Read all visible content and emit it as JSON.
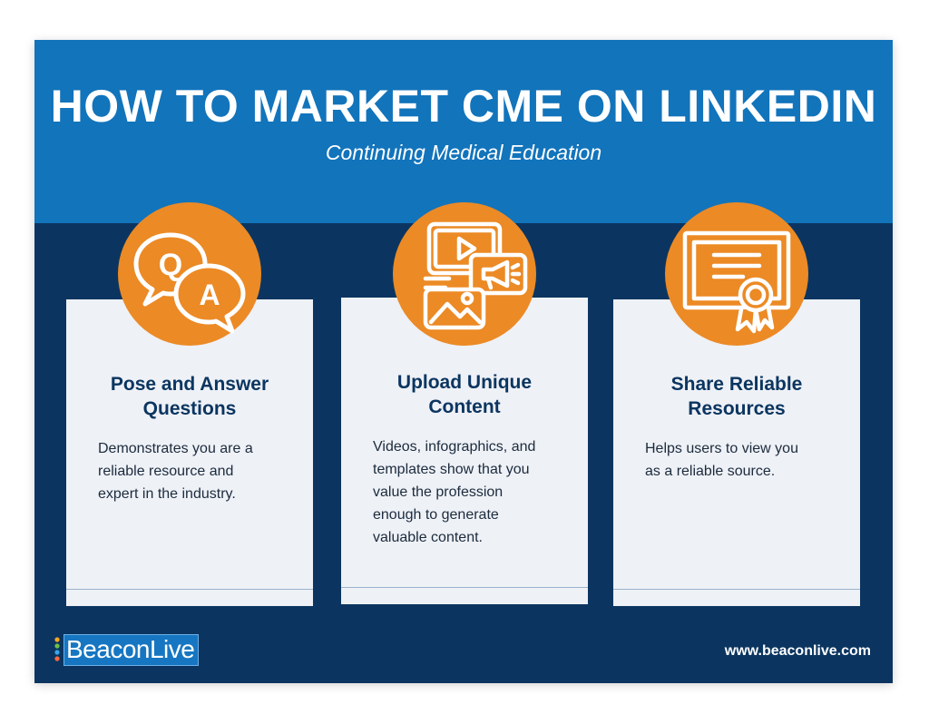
{
  "header": {
    "title": "HOW TO MARKET CME ON LINKEDIN",
    "subtitle": "Continuing Medical Education"
  },
  "cards": [
    {
      "icon": "qa-speech-bubbles-icon",
      "title_line1": "Pose and Answer",
      "title_line2": "Questions",
      "desc_lines": [
        "Demonstrates you are a",
        "reliable resource and",
        "expert in the industry."
      ],
      "icon_text_q": "Q",
      "icon_text_a": "A"
    },
    {
      "icon": "media-content-icon",
      "title_line1": "Upload Unique",
      "title_line2": "Content",
      "desc_lines": [
        "Videos, infographics, and",
        "templates show that you",
        "value the profession",
        "enough to generate",
        "valuable content."
      ]
    },
    {
      "icon": "certificate-icon",
      "title_line1": "Share Reliable",
      "title_line2": "Resources",
      "desc_lines": [
        "Helps users to view you",
        "as a reliable source."
      ]
    }
  ],
  "footer": {
    "logo_text": "BeaconLive",
    "website": "www.beaconlive.com"
  },
  "colors": {
    "header_blue": "#1274bb",
    "navy": "#0b3560",
    "orange": "#ec8a25",
    "card_bg": "#eef1f6"
  }
}
